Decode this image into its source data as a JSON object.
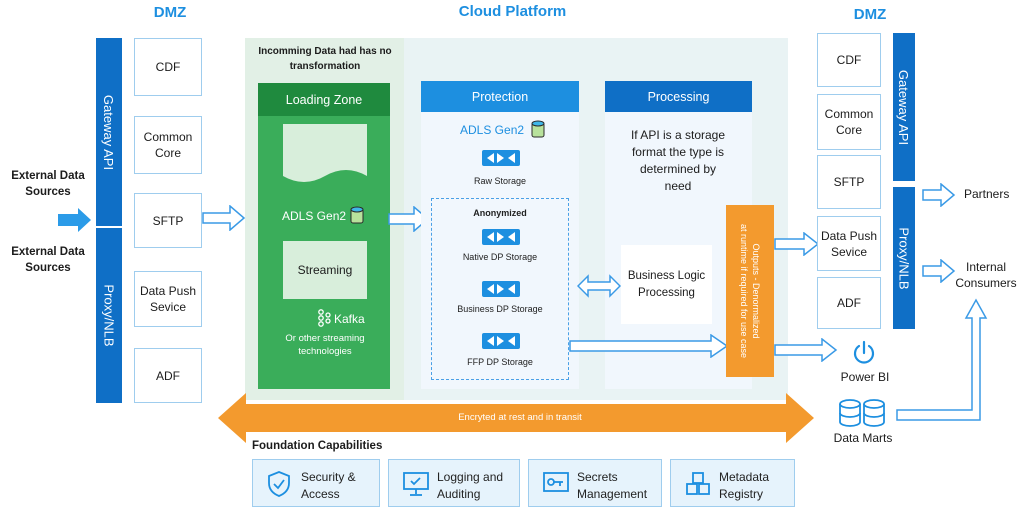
{
  "headings": {
    "dmz_left": "DMZ",
    "cloud": "Cloud Platform",
    "dmz_right": "DMZ"
  },
  "left": {
    "external_1": "External Data\nSources",
    "external_2": "External Data\nSources",
    "gateway": "Gateway API",
    "proxy": "Proxy/NLB",
    "boxes": [
      "CDF",
      "Common\nCore",
      "SFTP",
      "Data Push\nSevice",
      "ADF"
    ]
  },
  "cloud": {
    "incoming_note": "Incomming Data had has no\ntransformation",
    "loading_zone": {
      "header": "Loading Zone",
      "adls": "ADLS Gen2",
      "streaming": "Streaming",
      "kafka": "Kafka",
      "other": "Or other streaming\ntechnologies"
    },
    "protection": {
      "header": "Protection",
      "adls": "ADLS Gen2",
      "raw": "Raw Storage",
      "anonymized": "Anonymized",
      "native": "Native DP Storage",
      "business": "Business DP Storage",
      "ffp": "FFP DP Storage"
    },
    "processing": {
      "header": "Processing",
      "note": "If API is a storage\nformat the type is\ndetermined by\nneed",
      "logic": "Business Logic\nProcessing"
    },
    "outputs": "Outputs - Denormalized\nat runtime if required for use case",
    "encrypted": "Encryted at rest and in transit"
  },
  "right": {
    "gateway": "Gateway API",
    "proxy": "Proxy/NLB",
    "boxes": [
      "CDF",
      "Common\nCore",
      "SFTP",
      "Data Push\nSevice",
      "ADF"
    ],
    "partners": "Partners",
    "internal": "Internal\nConsumers",
    "powerbi": "Power BI",
    "datamarts": "Data Marts"
  },
  "foundation": {
    "title": "Foundation Capabilities",
    "items": [
      "Security &\nAccess",
      "Logging and\nAuditing",
      "Secrets\nManagement",
      "Metadata\nRegistry"
    ]
  },
  "colors": {
    "blue": "#0f6fc6",
    "accent": "#1d8fe0",
    "green": "#3aad5a",
    "orange": "#f39a2e",
    "panel": "#e2f0e6"
  }
}
